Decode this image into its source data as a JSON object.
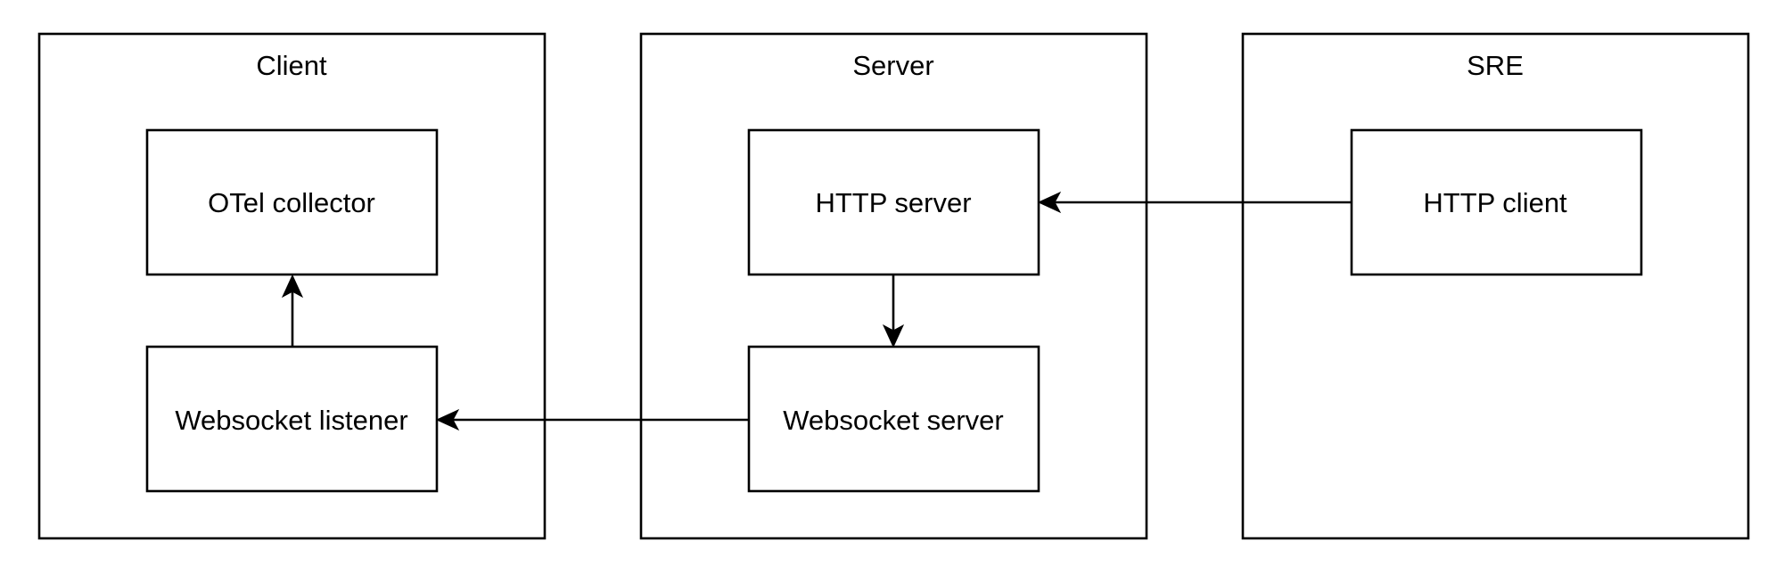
{
  "diagram": {
    "groups": [
      {
        "id": "client",
        "title": "Client"
      },
      {
        "id": "server",
        "title": "Server"
      },
      {
        "id": "sre",
        "title": "SRE"
      }
    ],
    "nodes": [
      {
        "id": "otel-collector",
        "group": "client",
        "label": "OTel collector"
      },
      {
        "id": "websocket-listener",
        "group": "client",
        "label": "Websocket listener"
      },
      {
        "id": "http-server",
        "group": "server",
        "label": "HTTP server"
      },
      {
        "id": "websocket-server",
        "group": "server",
        "label": "Websocket server"
      },
      {
        "id": "http-client",
        "group": "sre",
        "label": "HTTP client"
      }
    ],
    "edges": [
      {
        "from": "websocket-listener",
        "to": "otel-collector"
      },
      {
        "from": "http-server",
        "to": "websocket-server"
      },
      {
        "from": "websocket-server",
        "to": "websocket-listener"
      },
      {
        "from": "http-client",
        "to": "http-server"
      }
    ],
    "colors": {
      "stroke": "#000000",
      "fill": "#ffffff",
      "text": "#000000"
    }
  }
}
